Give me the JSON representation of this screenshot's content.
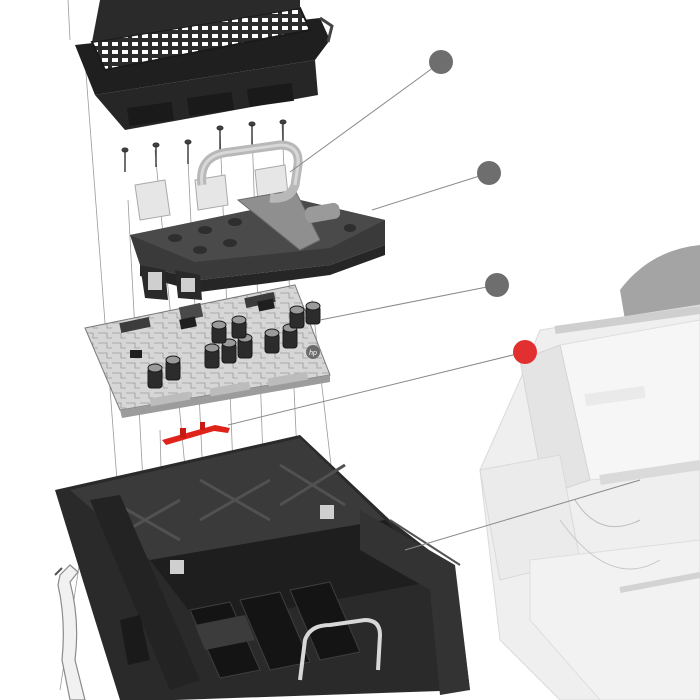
{
  "diagram": {
    "callouts": [
      {
        "id": "carriage-handle",
        "state": "normal"
      },
      {
        "id": "carriage-cover",
        "state": "normal"
      },
      {
        "id": "carriage-pcb",
        "state": "normal"
      },
      {
        "id": "carriage-flex-clip",
        "state": "highlighted"
      }
    ],
    "callout_color": "#6e6e6e",
    "highlight_color": "#e23030",
    "part_highlight_color": "#e0231a",
    "board_logo": "hp"
  }
}
